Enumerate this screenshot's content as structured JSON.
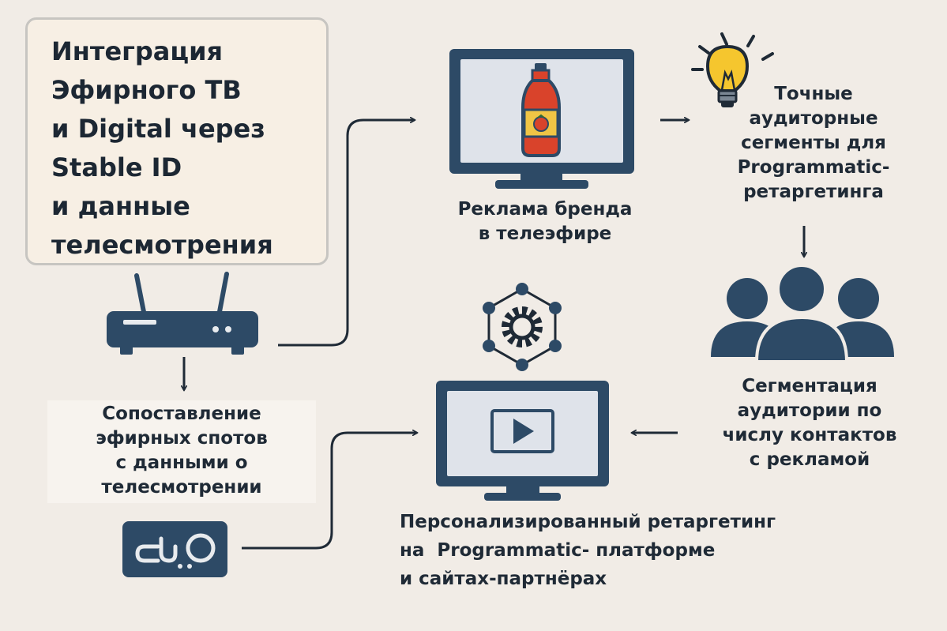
{
  "title": {
    "lines": [
      "Интеграция",
      "Эфирного ТВ",
      "и Digital через",
      "Stable ID",
      "и данные",
      "телесмотрения"
    ]
  },
  "nodes": {
    "tv_ad": {
      "caption": [
        "Реклама бренда",
        "в телеэфире"
      ],
      "icon": "tv-with-ketchup-bottle-icon"
    },
    "segments": {
      "caption": [
        "Точные",
        "аудиторные",
        "сегменты для",
        "Programmatic-",
        "ретаргетинга"
      ],
      "icon": "lightbulb-icon"
    },
    "audience": {
      "caption": [
        "Сегментация",
        "аудитории по",
        "числу контактов",
        "с рекламой"
      ],
      "icon": "people-group-icon"
    },
    "matching": {
      "caption": [
        "Сопоставление",
        "эфирных спотов",
        "с данными о",
        "телесмотрении"
      ],
      "icon": "set-top-box-icon"
    },
    "personalized": {
      "caption": [
        "Персонализированный ретаргетинг",
        "на  Programmatic- платформе",
        "и сайтах-партнёрах"
      ],
      "icon": "video-monitor-icon"
    },
    "network": {
      "icon": "gear-network-icon"
    },
    "device": {
      "icon": "audio-device-icon"
    }
  },
  "colors": {
    "background": "#f1ece6",
    "dark_blue": "#2d4a66",
    "screen": "#dfe3ea",
    "bottle_red": "#d9432b",
    "bottle_label": "#f0c545",
    "bulb_yellow": "#f5c62e",
    "arrow": "#1f2a36"
  }
}
